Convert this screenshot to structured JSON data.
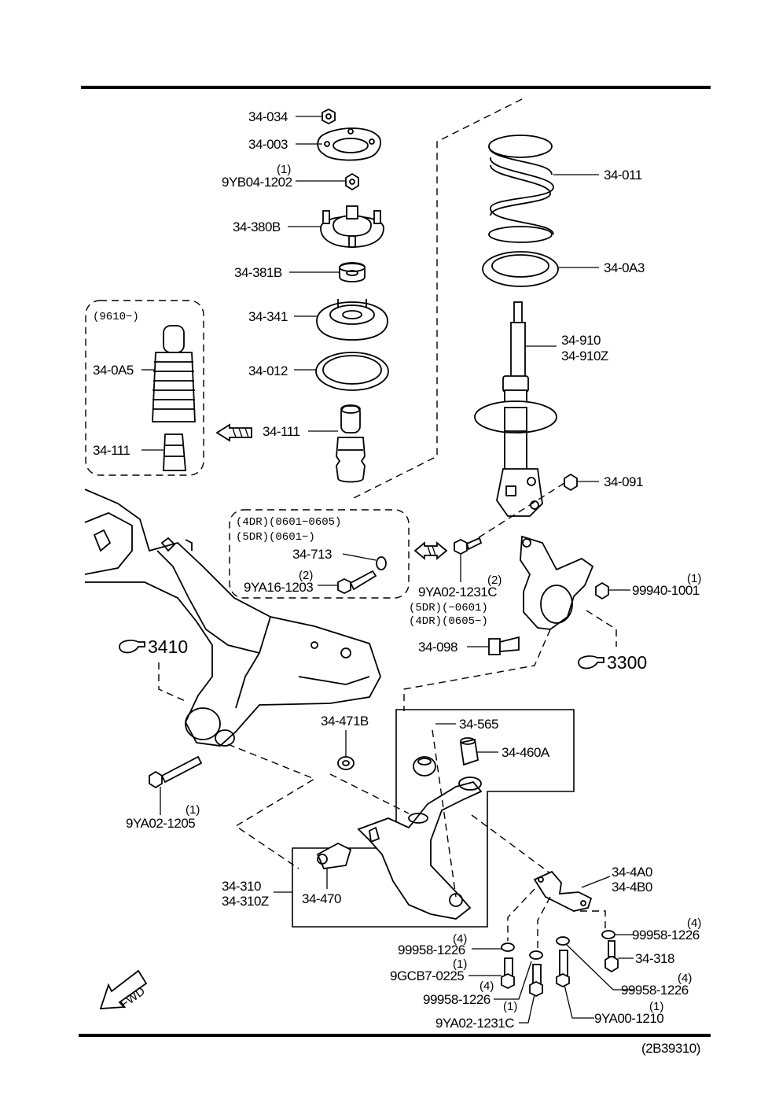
{
  "parts": {
    "p_34_034": "34-034",
    "p_34_003": "34-003",
    "p_9yb04_q": "(1)",
    "p_9yb04": "9YB04-1202",
    "p_34_380b": "34-380B",
    "p_34_381b": "34-381B",
    "p_34_341": "34-341",
    "p_34_012": "34-012",
    "p_34_111_main": "34-111",
    "p_34_011": "34-011",
    "p_34_0a3": "34-0A3",
    "p_34_910": "34-910",
    "p_34_910z": "34-910Z",
    "p_34_091": "34-091",
    "p_34_713": "34-713",
    "p_9ya16_q": "(2)",
    "p_9ya16": "9YA16-1203",
    "p_9ya02c_q": "(2)",
    "p_9ya02c": "9YA02-1231C",
    "p_99940_q": "(1)",
    "p_99940": "99940-1001",
    "p_34_098": "34-098",
    "p_3410": "3410",
    "p_3300": "3300",
    "p_34_471b": "34-471B",
    "p_34_565": "34-565",
    "p_34_460a": "34-460A",
    "p_9ya02_1205_q": "(1)",
    "p_9ya02_1205": "9YA02-1205",
    "p_34_310": "34-310",
    "p_34_310z": "34-310Z",
    "p_34_470": "34-470",
    "p_34_4a0": "34-4A0",
    "p_34_4b0": "34-4B0",
    "p_99958_r_q": "(4)",
    "p_99958_r": "99958-1226",
    "p_34_318": "34-318",
    "p_99958_r2_q": "(4)",
    "p_99958_r2": "99958-1226",
    "p_9ya00_q": "(1)",
    "p_9ya00": "9YA00-1210",
    "p_99958_l_q": "(4)",
    "p_99958_l": "99958-1226",
    "p_9gcb7_q": "(1)",
    "p_9gcb7": "9GCB7-0225",
    "p_99958_l2_q": "(4)",
    "p_99958_l2": "99958-1226",
    "p_9ya02_1231c_b_q": "(1)",
    "p_9ya02_1231c_b": "9YA02-1231C"
  },
  "inset_left": {
    "code": "(9610−)",
    "p_34_0a5": "34-0A5",
    "p_34_111": "34-111"
  },
  "inset_mid": {
    "line1": "(4DR)(0601−0605)",
    "line2": "(5DR)(0601−)"
  },
  "notes": {
    "right_line1": "(5DR)(−0601)",
    "right_line2": "(4DR)(0605−)"
  },
  "fwd_label": "FWD",
  "diagram_id": "(2B39310)"
}
